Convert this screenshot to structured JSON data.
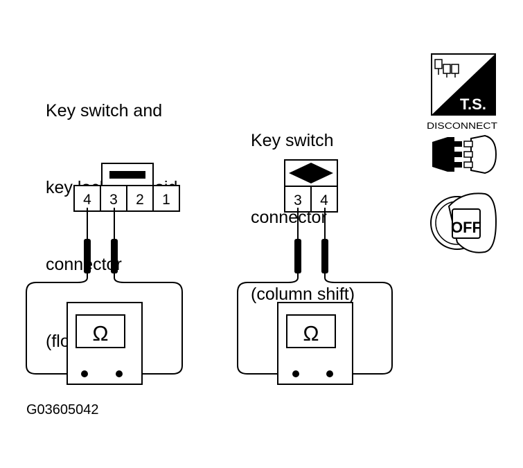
{
  "left_connector": {
    "label_lines": [
      "Key switch and",
      "key lock solenoid",
      "connector",
      "(floor shift)"
    ],
    "terminals": [
      "4",
      "3",
      "2",
      "1"
    ]
  },
  "right_connector": {
    "label_lines": [
      "Key switch",
      "connector",
      "(column shift)"
    ],
    "terminals": [
      "3",
      "4"
    ]
  },
  "meter": {
    "symbol": "Ω"
  },
  "icons": {
    "ts_label": "T.S.",
    "disconnect_label": "DISCONNECT",
    "off_label": "OFF"
  },
  "figure_code": "G03605042"
}
